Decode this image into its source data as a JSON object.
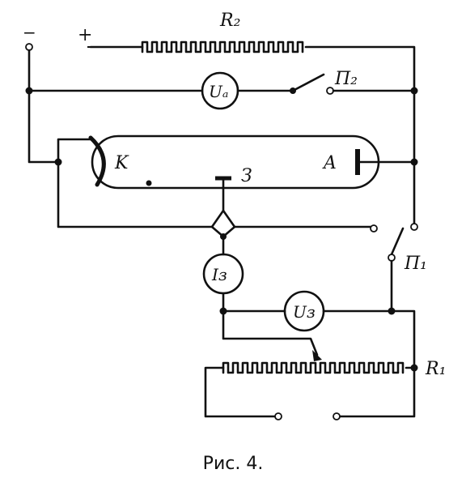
{
  "caption": "Рис. 4.",
  "labels": {
    "minus": "−",
    "plus": "+",
    "r2": "R₂",
    "ua": "Uₐ",
    "p2": "П₂",
    "k": "K",
    "a": "A",
    "s": "З",
    "i3": "Iз",
    "p1": "П₁",
    "u3": "Uз",
    "r1": "R₁"
  }
}
